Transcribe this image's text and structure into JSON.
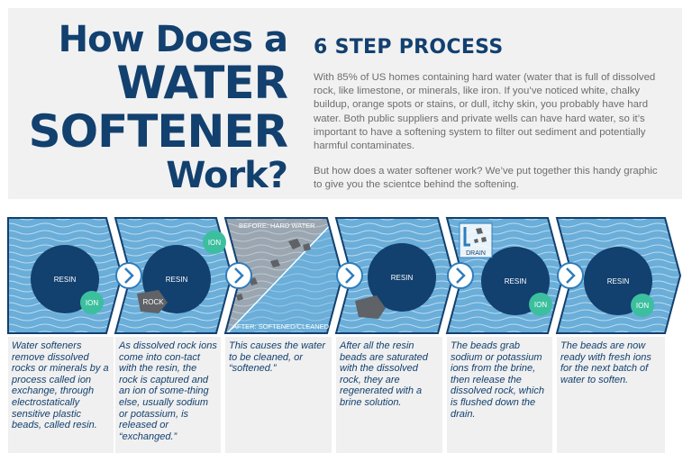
{
  "headline": {
    "line1": "How Does a",
    "line2": "WATER",
    "line3": "SOFTENER",
    "line4": "Work?"
  },
  "process": {
    "title": "6 STEP PROCESS",
    "intro": "With 85% of US homes containing hard water (water that is full of dissolved rock, like limestone, or minerals, like iron. If you’ve noticed white, chalky buildup, orange spots or stains, or dull, itchy skin, you probably have hard water. Both public suppliers and private wells can have hard water, so it’s important to have a softening system to filter out sediment and potentially harmful contaminates.",
    "question": "But how does a water softener work? We’ve put together this handy graphic to give you the scientce behind the softening."
  },
  "labels": {
    "resin": "RESIN",
    "ion": "ION",
    "rock": "ROCK",
    "drain": "DRAIN",
    "before": "BEFORE: HARD WATER",
    "after": "AFTER: SOFTENED/CLEANED"
  },
  "colors": {
    "navy": "#12406f",
    "water": "#6aaed9",
    "water_dark": "#2e7dbd",
    "resin": "#12406f",
    "ion": "#3cbf9e",
    "rock": "#5f6266",
    "caption_bg": "#f0f0f0",
    "arrow_ring": "#2e7dbd"
  },
  "icons": [
    "chevron-right-icon",
    "drain-icon"
  ],
  "steps": [
    {
      "caption": "Water softeners remove dissolved rocks or minerals by a process called ion exchange, through electrostatically sensitive plastic beads, called resin."
    },
    {
      "caption": "As dissolved rock ions come into con-tact with the resin, the rock is captured and an ion of some-thing else, usually sodium or potassium, is released or “exchanged.”"
    },
    {
      "caption": "This causes the water to be cleaned, or “softened.”"
    },
    {
      "caption": "After all the resin beads are saturated with the dissolved rock, they are regenerated with a brine solution."
    },
    {
      "caption": "The beads grab sodium or potassium ions from the brine, then release the dissolved rock, which is flushed down the drain."
    },
    {
      "caption": "The beads are now ready with fresh ions for the next batch of water to soften."
    }
  ]
}
